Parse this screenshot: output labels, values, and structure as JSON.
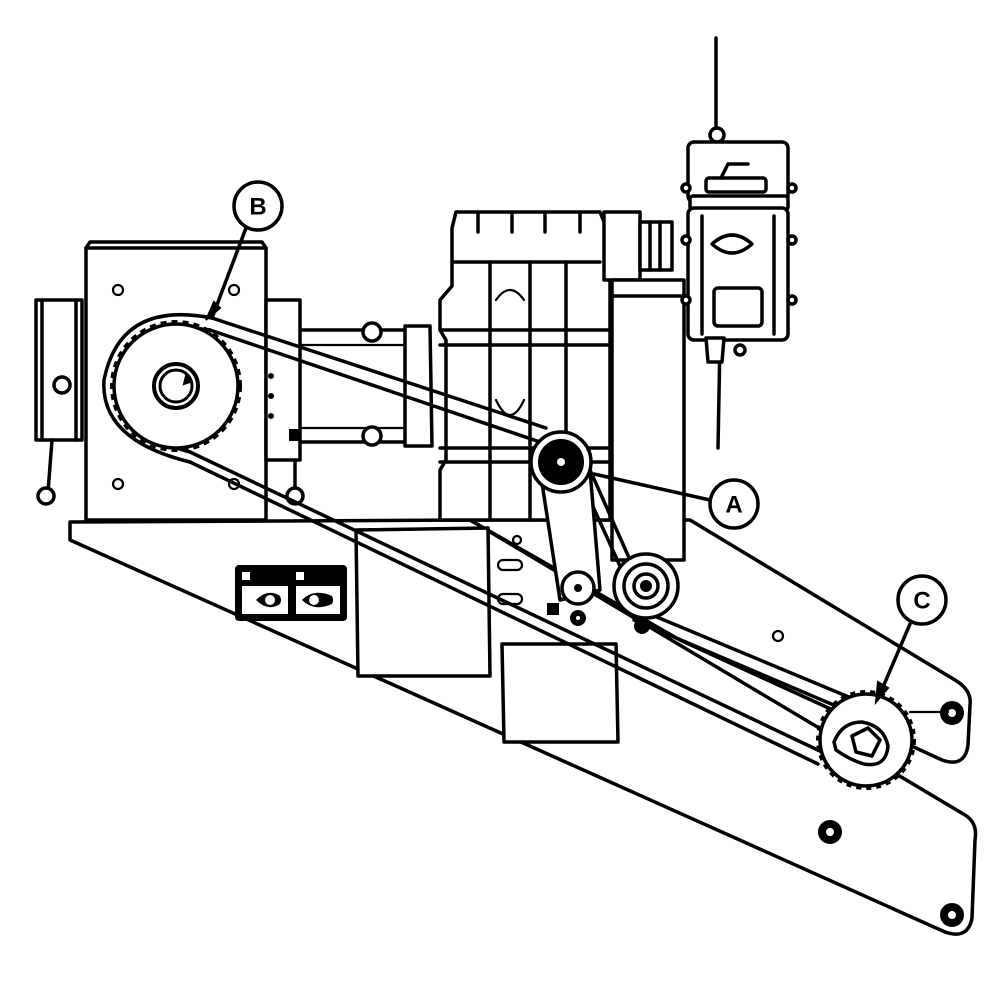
{
  "diagram": {
    "type": "technical-line-drawing",
    "subject": "belt and sprocket drive assembly",
    "colors": {
      "line": "#000000",
      "background": "#ffffff"
    },
    "callouts": [
      {
        "id": "A",
        "label": "A",
        "target": "idler-pulley"
      },
      {
        "id": "B",
        "label": "B",
        "target": "upper-drive-sprocket"
      },
      {
        "id": "C",
        "label": "C",
        "target": "lower-driven-sprocket"
      }
    ],
    "components": [
      "gearbox-housing",
      "upper-drive-sprocket",
      "drive-belt",
      "idler-pulley",
      "tensioner-arm",
      "tensioner-pulley",
      "lower-driven-sprocket",
      "mounting-frame-rail",
      "motor-assembly",
      "control-box",
      "warning-label"
    ]
  }
}
